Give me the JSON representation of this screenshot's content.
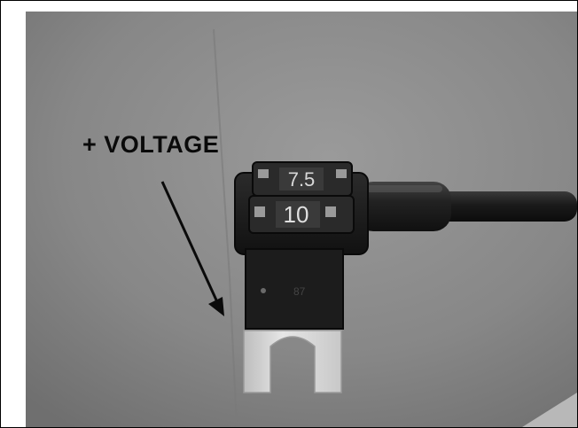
{
  "annotation": {
    "label": "+ VOLTAGE"
  },
  "fuse_labels": {
    "upper_rating": "7.5",
    "lower_rating": "10"
  },
  "colors": {
    "background_gray": "#8a8a8a",
    "fuse_body": "#1e1e1e",
    "blade_metal": "#dcdcdc",
    "text": "#0a0a0a"
  }
}
